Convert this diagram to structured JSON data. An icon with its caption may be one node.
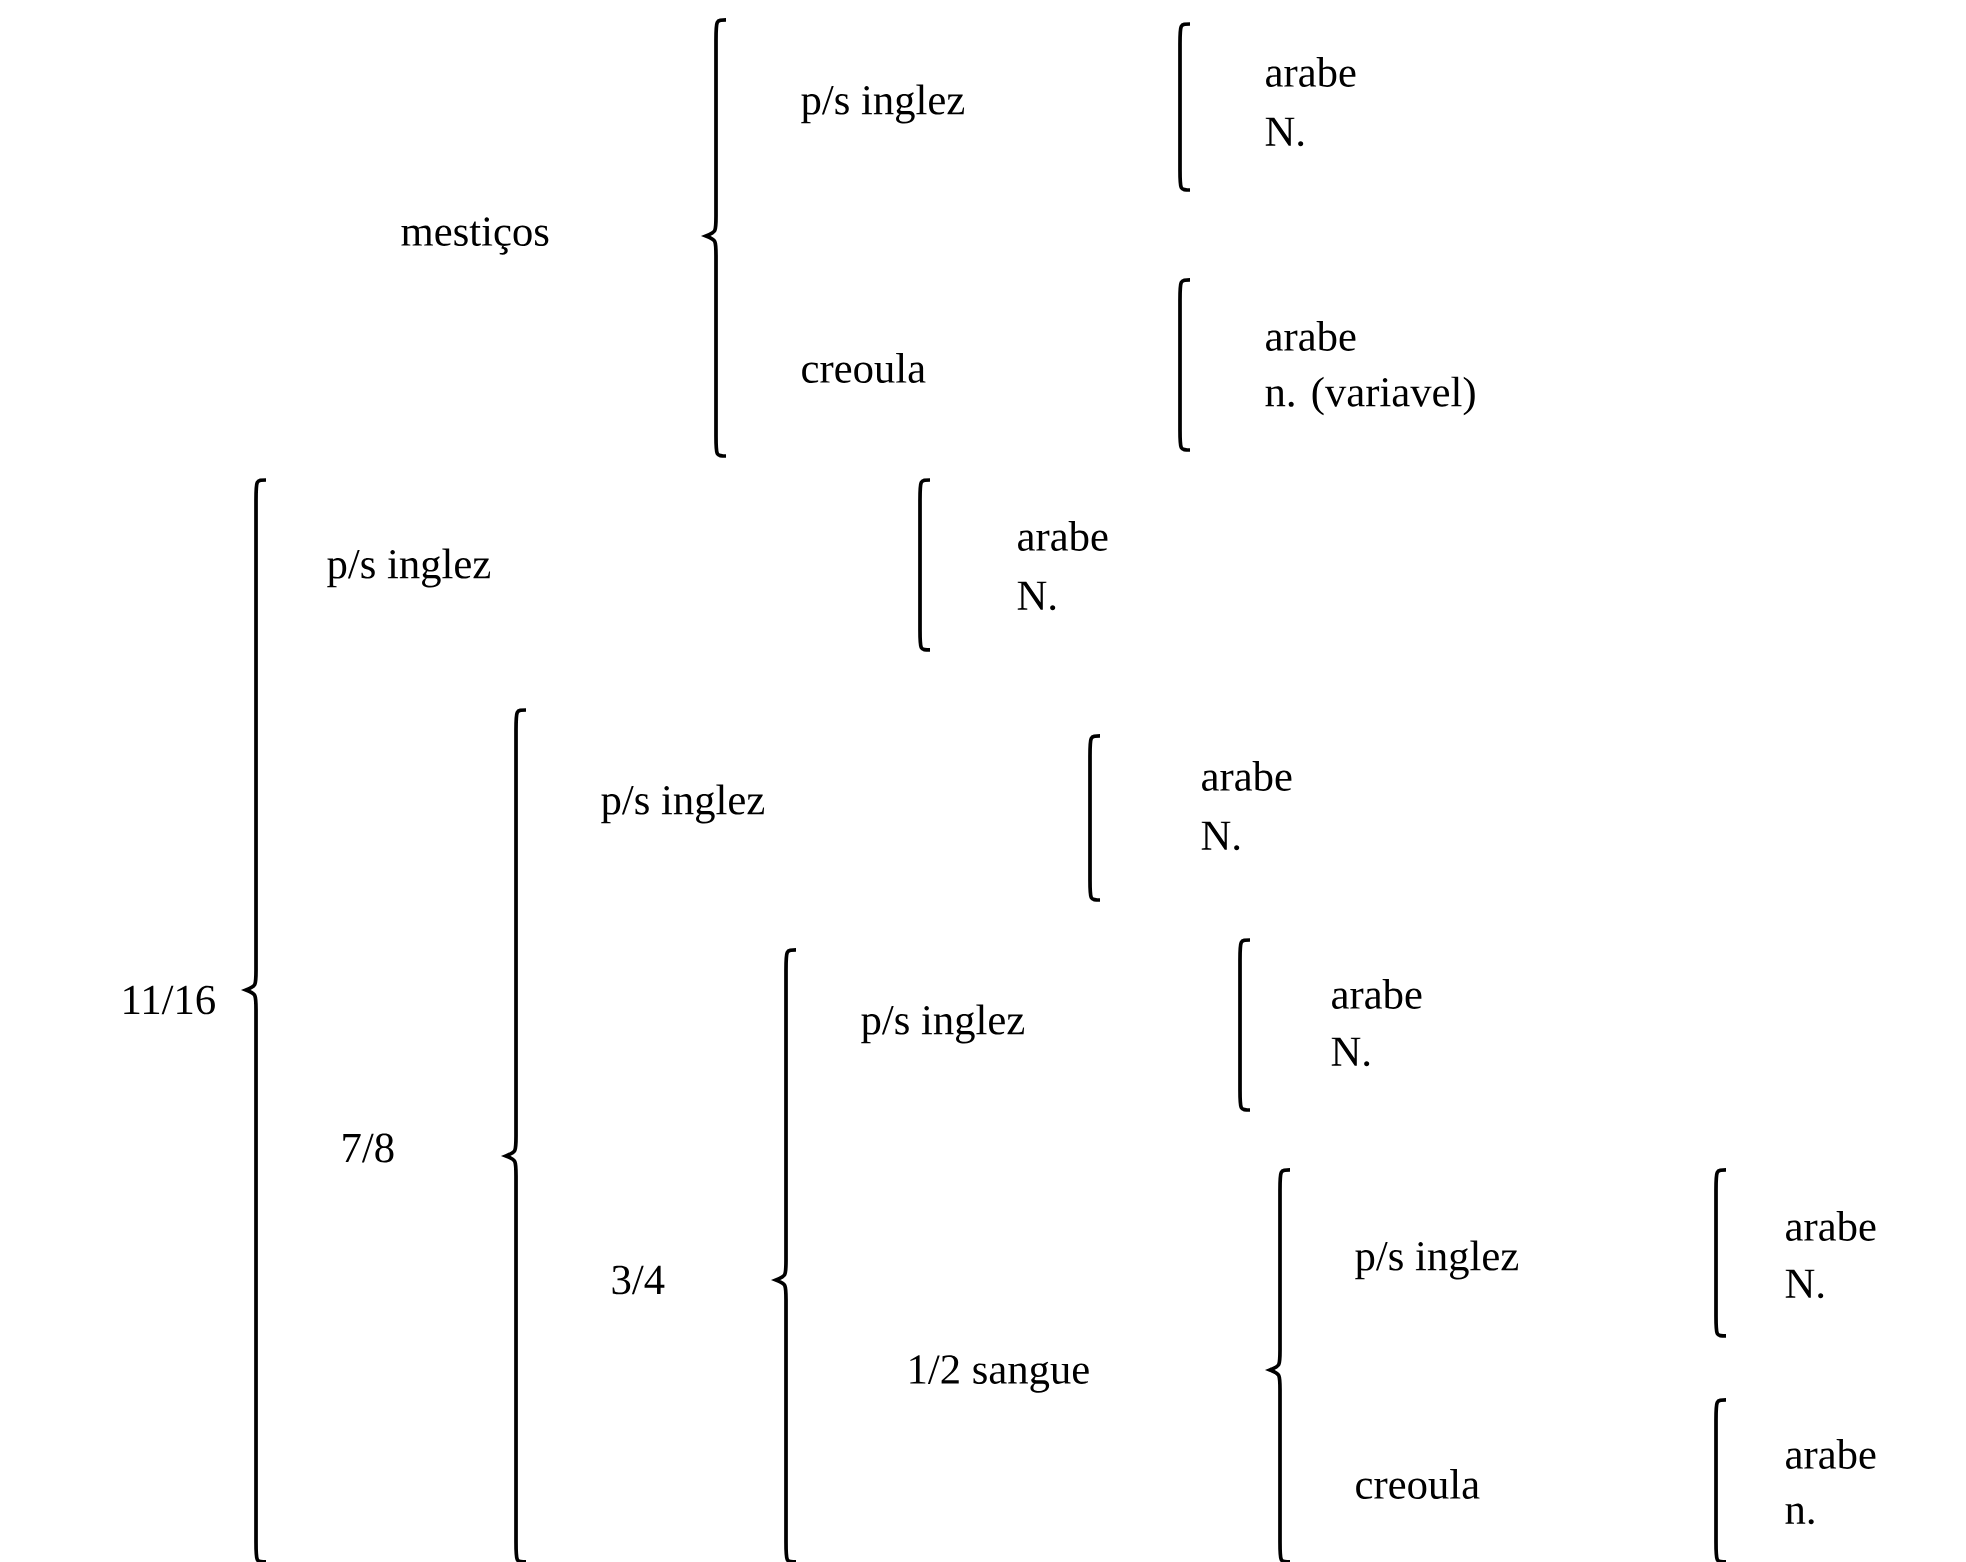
{
  "diagram": {
    "labels": [
      "mestiços",
      "p/s inglez",
      "arabe",
      "N.",
      "creoula",
      "arabe",
      "n. (variavel)",
      "p/s inglez",
      "arabe",
      "N.",
      "11/16",
      "7/8",
      "p/s inglez",
      "arabe",
      "N.",
      "3/4",
      "p/s inglez",
      "arabe",
      "N.",
      "1/2 sangue",
      "p/s inglez",
      "arabe",
      "N.",
      "creoula",
      "arabe",
      "n."
    ]
  }
}
